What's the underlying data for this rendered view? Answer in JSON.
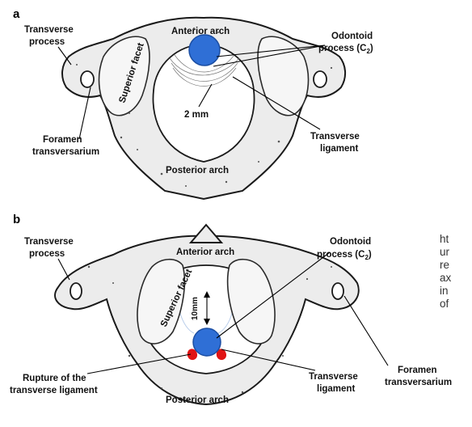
{
  "panel_a": {
    "letter": "a",
    "labels": {
      "transverse_process_1": "Transverse",
      "transverse_process_2": "process",
      "anterior_arch": "Anterior arch",
      "odontoid_1": "Odontoid",
      "odontoid_2": "process (C",
      "odontoid_sub": "2",
      "odontoid_close": ")",
      "superior_facet": "Superior facet",
      "distance": "2 mm",
      "foramen_1": "Foramen",
      "foramen_2": "transversarium",
      "transverse_ligament_1": "Transverse",
      "transverse_ligament_2": "ligament",
      "posterior_arch": "Posterior arch"
    }
  },
  "panel_b": {
    "letter": "b",
    "labels": {
      "transverse_process_1": "Transverse",
      "transverse_process_2": "process",
      "anterior_arch": "Anterior arch",
      "odontoid_1": "Odontoid",
      "odontoid_2": "process (C",
      "odontoid_sub": "2",
      "odontoid_close": ")",
      "superior_facet": "Superior facet",
      "distance": "10mm",
      "foramen_1": "Foramen",
      "foramen_2": "transversarium",
      "rupture_1": "Rupture of the",
      "rupture_2": "transverse ligament",
      "transverse_ligament_1": "Transverse",
      "transverse_ligament_2": "ligament",
      "posterior_arch": "Posterior arch"
    }
  },
  "side_text": [
    "ht",
    "ur",
    "re",
    "ax",
    "in",
    "of"
  ],
  "colors": {
    "odontoid": "#2f6fd6",
    "odontoid_stroke": "#1b4ea3",
    "rupture": "#e01414"
  }
}
